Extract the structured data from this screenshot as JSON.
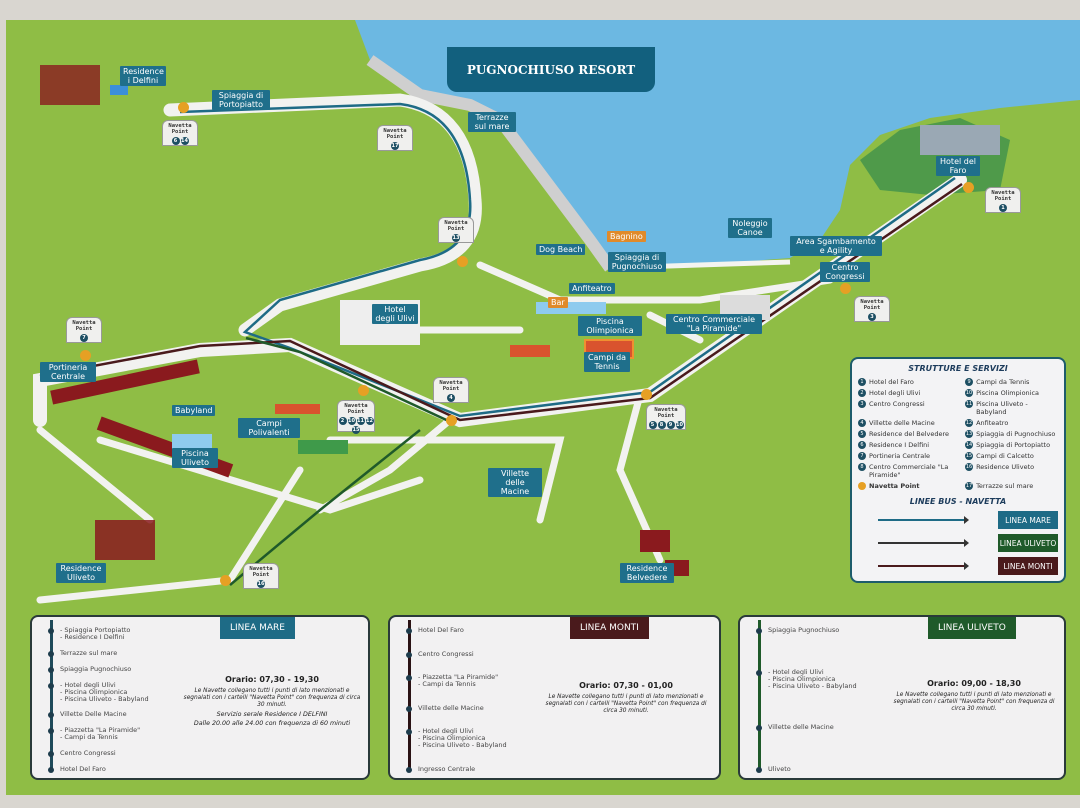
{
  "title": "PUGNOCHIUSO RESORT",
  "colors": {
    "sea": "#6cb8e2",
    "land": "#8fbd45",
    "label": "#1f6f8b",
    "navetta": "#e6a024",
    "mare": "#1e6b86",
    "uliveto": "#1f5a2a",
    "monti": "#4a1a1c"
  },
  "labels": {
    "delfini": "Residence i Delfini",
    "portopiatto": "Spiaggia di Portopiatto",
    "terrazze": "Terrazze sul mare",
    "dogbeach": "Dog Beach",
    "bagnino": "Bagnino",
    "pugnochiuso": "Spiaggia di Pugnochiuso",
    "noleggio": "Noleggio Canoe",
    "agility": "Area Sgambamento e Agility",
    "faro": "Hotel del Faro",
    "congressi": "Centro Congressi",
    "anfiteatro": "Anfiteatro",
    "bar": "Bar",
    "olimpionica": "Piscina Olimpionica",
    "piramide": "Centro Commerciale \"La Piramide\"",
    "tennis": "Campi da Tennis",
    "ulivi": "Hotel degli Ulivi",
    "portineria": "Portineria Centrale",
    "babyland": "Babyland",
    "polivalenti": "Campi Polivalenti",
    "piscina_uliveto": "Piscina Uliveto",
    "macine": "Villette delle Macine",
    "belvedere": "Residence Belvedere",
    "res_uliveto": "Residence Uliveto"
  },
  "navetta_label": "Navetta Point",
  "navetta_points": [
    [
      "6",
      "14"
    ],
    [
      "17"
    ],
    [
      "13"
    ],
    [
      "1"
    ],
    [
      "3"
    ],
    [
      "7"
    ],
    [
      "4"
    ],
    [
      "2",
      "10",
      "11",
      "12",
      "15"
    ],
    [
      "5",
      "8",
      "9",
      "10"
    ],
    [
      "16"
    ]
  ],
  "legend": {
    "title": "STRUTTURE E SERVIZI",
    "items": [
      [
        "1",
        "Hotel del Faro"
      ],
      [
        "9",
        "Campi da Tennis"
      ],
      [
        "2",
        "Hotel degli Ulivi"
      ],
      [
        "10",
        "Piscina Olimpionica"
      ],
      [
        "3",
        "Centro Congressi"
      ],
      [
        "11",
        "Piscina Uliveto - Babyland"
      ],
      [
        "4",
        "Villette delle Macine"
      ],
      [
        "12",
        "Anfiteatro"
      ],
      [
        "5",
        "Residence del Belvedere"
      ],
      [
        "13",
        "Spiaggia di Pugnochiuso"
      ],
      [
        "6",
        "Residence I Delfini"
      ],
      [
        "14",
        "Spiaggia di Portopiatto"
      ],
      [
        "7",
        "Portineria Centrale"
      ],
      [
        "15",
        "Campi di Calcetto"
      ],
      [
        "8",
        "Centro Commerciale \"La Piramide\""
      ],
      [
        "16",
        "Residence Uliveto"
      ],
      [
        "",
        "Navetta Point"
      ],
      [
        "17",
        "Terrazze sul mare"
      ]
    ],
    "bus_title": "LINEE BUS - NAVETTA",
    "lines": [
      "LINEA MARE",
      "LINEA ULIVETO",
      "LINEA MONTI"
    ]
  },
  "panels": [
    {
      "title": "LINEA MARE",
      "stops": [
        "- Spiaggia Portopiatto\n- Residence I Delfini",
        "Terrazze sul mare",
        "Spiaggia Pugnochiuso",
        "- Hotel degli Ulivi\n- Piscina Olimpionica\n- Piscina Uliveto - Babyland",
        "Villette Delle Macine",
        "- Piazzetta \"La Piramide\"\n- Campi da Tennis",
        "Centro Congressi",
        "Hotel Del Faro"
      ],
      "orario": "Orario: 07,30 - 19,30",
      "desc": "Le Navette collegano tutti i punti di lato menzionati e segnalati con i cartelli \"Navetta Point\" con frequenza di circa 30 minuti.",
      "extra1": "Servizio serale Residence I DELFINI",
      "extra2": "Dalle 20.00 alle 24.00 con frequenza di 60 minuti"
    },
    {
      "title": "LINEA MONTI",
      "stops": [
        "Hotel Del Faro",
        "Centro Congressi",
        "- Piazzetta \"La Piramide\"\n- Campi da Tennis",
        "Villette delle Macine",
        "- Hotel degli Ulivi\n- Piscina Olimpionica\n- Piscina Uliveto - Babyland",
        "Ingresso Centrale"
      ],
      "orario": "Orario: 07,30 - 01,00",
      "desc": "Le Navette collegano tutti i punti di lato menzionati e segnalati con i cartelli \"Navetta Point\" con frequenza di circa 30 minuti."
    },
    {
      "title": "LINEA ULIVETO",
      "stops": [
        "Spiaggia Pugnochiuso",
        "- Hotel degli Ulivi\n- Piscina Olimpionica\n- Piscina Uliveto - Babyland",
        "Villette delle Macine",
        "Uliveto"
      ],
      "orario": "Orario: 09,00 - 18,30",
      "desc": "Le Navette collegano tutti i punti di lato menzionati e segnalati con i cartelli \"Navetta Point\" con frequenza di circa 30 minuti."
    }
  ]
}
